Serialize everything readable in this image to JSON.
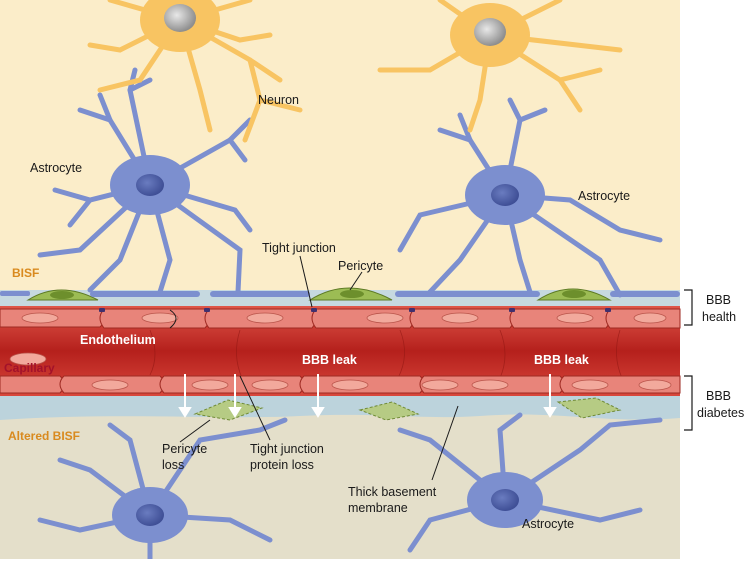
{
  "labels": {
    "neuron": "Neuron",
    "astrocyte_top_left": "Astrocyte",
    "astrocyte_top_right": "Astrocyte",
    "astrocyte_bottom": "Astrocyte",
    "tight_junction": "Tight junction",
    "pericyte": "Pericyte",
    "bisf": "BISF",
    "endothelium": "Endothelium",
    "capillary": "Capillary",
    "bbb_leak_1": "BBB leak",
    "bbb_leak_2": "BBB leak",
    "altered_bisf": "Altered BISF",
    "pericyte_loss_1": "Pericyte",
    "pericyte_loss_2": "loss",
    "tj_loss_1": "Tight junction",
    "tj_loss_2": "protein loss",
    "thick_bm_1": "Thick basement",
    "thick_bm_2": "membrane",
    "bbb_health_1": "BBB",
    "bbb_health_2": "health",
    "bbb_diabetes_1": "BBB",
    "bbb_diabetes_2": "diabetes"
  },
  "colors": {
    "bisf_background": "#fbedc9",
    "altered_bisf_background": "#e4dfca",
    "neuron": "#f8c462",
    "astrocyte": "#7c8fcf",
    "pericyte": "#9cbc54",
    "capillary": "#c7302a",
    "endothelial_cell": "#e8847a",
    "basement_membrane": "#bdd3dc"
  }
}
